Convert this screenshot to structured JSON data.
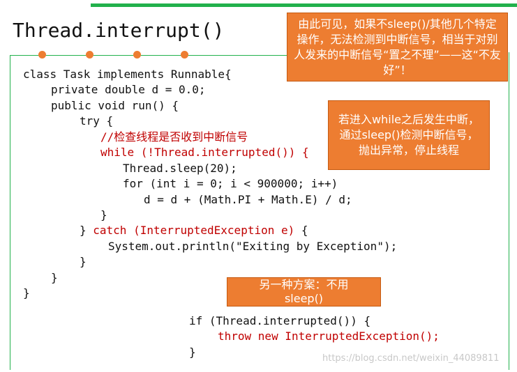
{
  "slide": {
    "title": "Thread.interrupt()",
    "code": {
      "l1": "class Task implements Runnable{",
      "l2": "private double d = 0.0;",
      "l3": "public void run() {",
      "l4": "try {",
      "l5": "//检查线程是否收到中断信号",
      "l6": "while (!Thread.interrupted()) {",
      "l7": "Thread.sleep(20);",
      "l8": "for (int i = 0; i < 900000; i++)",
      "l9": "d = d + (Math.PI + Math.E) / d;",
      "l10": "}",
      "l11a": "} ",
      "l11b": "catch (InterruptedException e)",
      "l11c": " {",
      "l12": "System.out.println(\"Exiting by Exception\");",
      "l13": "}",
      "l14": "}",
      "l15": "}"
    },
    "alt_code": {
      "a1": "if (Thread.interrupted()) {",
      "a2": "throw new InterruptedException();",
      "a3": "}"
    },
    "notes": {
      "note1": "由此可见，如果不sleep()/其他几个特定操作，无法检测到中断信号，相当于对别人发来的中断信号“置之不理”——这“不友好”！",
      "note2": "若进入while之后发生中断，通过sleep()检测中断信号，抛出异常，停止线程",
      "note3_line1": "另一种方案：不用",
      "note3_line2": "sleep()"
    },
    "watermark": "https://blog.csdn.net/weixin_44089811"
  },
  "colors": {
    "accent_orange": "#ed7d31",
    "green_rule": "#22b14c",
    "code_red": "#c00000"
  }
}
